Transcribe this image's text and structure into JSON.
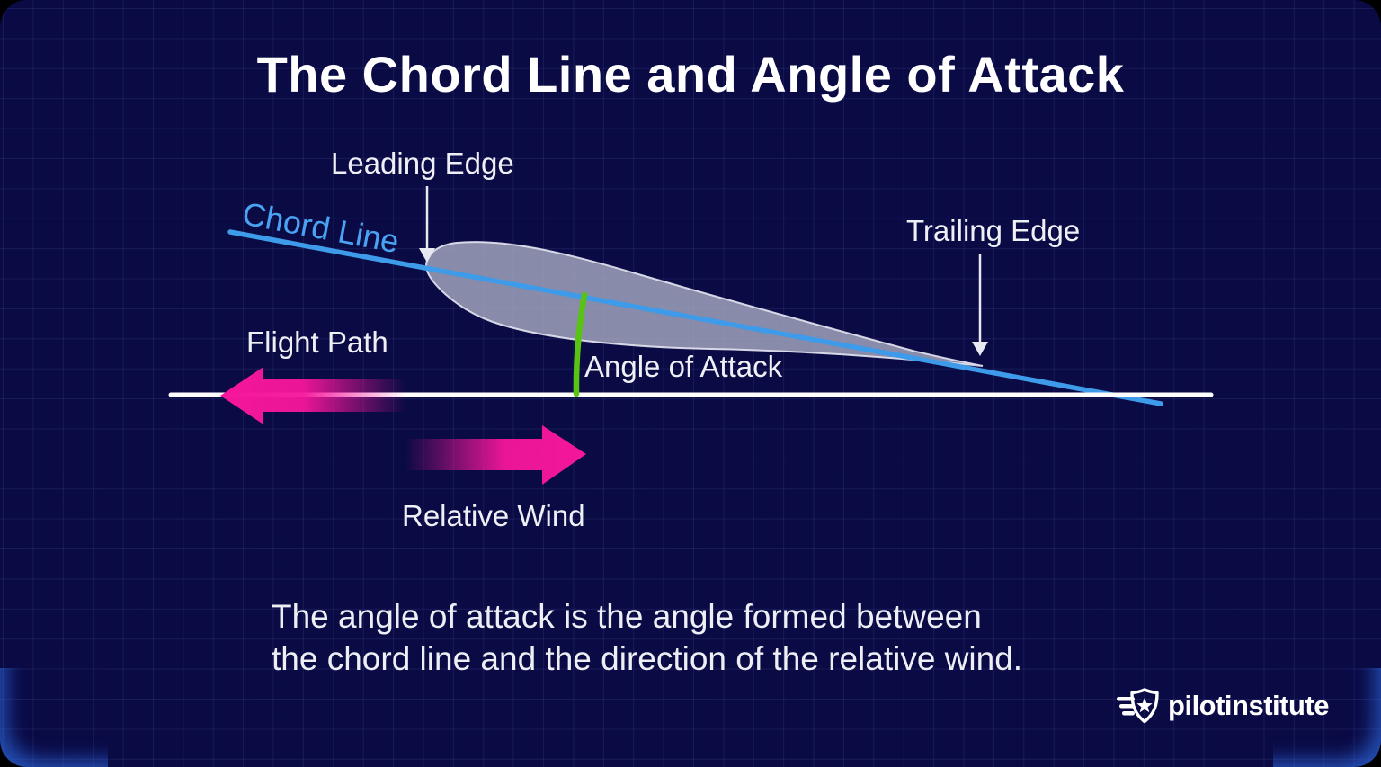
{
  "title": "The Chord Line and Angle of Attack",
  "diagram": {
    "labels": {
      "leading_edge": "Leading Edge",
      "trailing_edge": "Trailing Edge",
      "chord_line": "Chord Line",
      "flight_path": "Flight Path",
      "angle_of_attack": "Angle of Attack",
      "relative_wind": "Relative Wind"
    },
    "colors": {
      "background": "#0A0A45",
      "grid_line": "#20265E",
      "chord_line": "#3D9BE9",
      "chord_label": "#4AA3F2",
      "angle_arc": "#58C313",
      "arrow_pink": "#F5169B",
      "airfoil_fill": "#A5A8C0",
      "relative_wind_line": "#FFFFFF",
      "pointer_arrow": "#E8E8F0",
      "corner_glow_blue": "#306EE6"
    }
  },
  "caption": {
    "line1": "The angle of attack is the angle formed between",
    "line2": "the chord line and the direction of the relative wind."
  },
  "logo": {
    "brand": "pilotinstitute"
  }
}
